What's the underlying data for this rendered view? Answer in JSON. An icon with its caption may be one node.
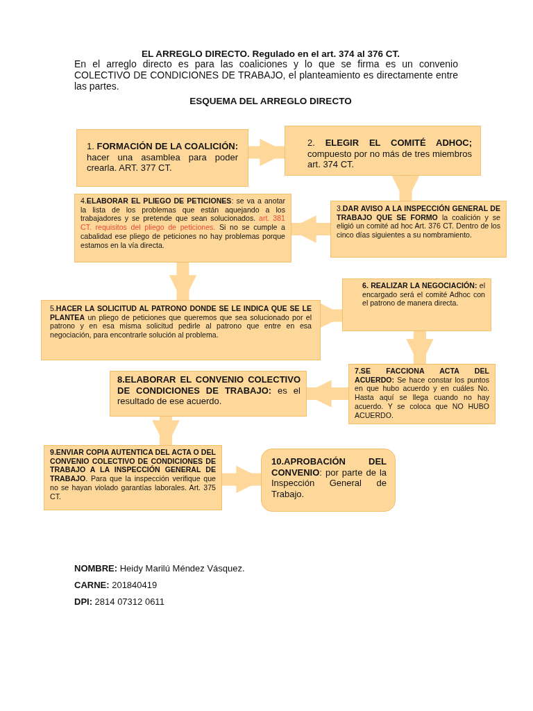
{
  "diagram": {
    "title": "EL ARREGLO DIRECTO. Regulado en el art. 374 al 376 CT.",
    "nodes": [
      {
        "text": [
          "1. **FORMACIÓN DE LA COALICIÓN:** hacer una asamblea para poder crearla. ART. 377 CT."
        ]
      },
      {
        "text": [
          "2. **ELEGIR EL COMITÉ ADHOC;** compuesto por no más de tres miembros art. 374 CT."
        ]
      },
      {
        "text": [
          "3.**DAR AVISO A LA INSPECCIÓN GENERAL DE TRABAJO QUE SE FORMO** la coalición y se eligió un comité ad hoc Art. 376 CT. Dentro de los cinco días siguientes a su nombramiento."
        ]
      },
      {
        "text": [
          "4.**ELABORAR EL PLIEGO DE PETICIONES**: se va a anotar la lista de los problemas que están aquejando a los trabajadores y se pretende que sean solucionados.",
          "art. 381 CT. requisitos del pliego de peticiones.",
          "Si no se cumple a cabalidad ese pliego de peticiones no hay problemas porque estamos en la vía directa."
        ]
      },
      {
        "text": [
          "5.**HACER LA SOLICITUD AL PATRONO DONDE SE LE INDICA QUE SE LE PLANTEA** un pliego de peticiones que queremos que sea solucionado por el patrono y en esa misma solicitud pedirle al patrono que entre en esa negociación, para encontrarle solución al problema."
        ]
      },
      {
        "text": [
          "**6. REALIZAR LA NEGOCIACIÓN:** el encargado será el comité Adhoc con el patrono de manera directa."
        ]
      },
      {
        "text": [
          "**7.SE FACCIONA ACTA DEL ACUERDO:** Se hace constar los puntos en que hubo acuerdo y en cuáles No. Hasta aquí se llega cuando no hay acuerdo. Y se coloca que NO HUBO ACUERDO."
        ]
      },
      {
        "text": [
          "**8.ELABORAR EL CONVENIO COLECTIVO DE CONDICIONES DE TRABAJO:** es el resultado de ese acuerdo."
        ]
      },
      {
        "text": [
          "**9.ENVIAR COPIA AUTENTICA DEL ACTA O DEL CONVENIO COLECTIVO DE CONDICIONES DE TRABAJO A LA INSPECCIÓN GENERAL DE TRABAJO**. Para que la inspección verifique que no se hayan violado garantías laborales. Art. 375 CT."
        ]
      },
      {
        "text": [
          "**10.APROBACIÓN DEL CONVENIO**: por parte de la Inspección General de Trabajo."
        ]
      }
    ],
    "edges": [
      {
        "from": 0,
        "to": 1,
        "arrow": "to"
      },
      {
        "from": 1,
        "to": 2,
        "arrow": "to"
      },
      {
        "from": 2,
        "to": 3,
        "arrow": "to"
      },
      {
        "from": 3,
        "to": 4,
        "arrow": "to"
      },
      {
        "from": 4,
        "to": 5,
        "arrow": "to"
      },
      {
        "from": 5,
        "to": 6,
        "arrow": "to"
      },
      {
        "from": 6,
        "to": 7,
        "arrow": "to"
      },
      {
        "from": 7,
        "to": 8,
        "arrow": "to"
      },
      {
        "from": 8,
        "to": 9,
        "arrow": "to"
      }
    ],
    "labels": [
      "En el arreglo directo es para las coaliciones y lo que se firma es un convenio COLECTIVO DE CONDICIONES DE TRABAJO, el planteamiento es directamente entre las partes.",
      "ESQUEMA DEL ARREGLO DIRECTO",
      "**NOMBRE:** Heidy Marilú Méndez Vásquez.",
      "**CARNE:** 201840419",
      "**DPI:** 2814 07312 0611"
    ]
  }
}
